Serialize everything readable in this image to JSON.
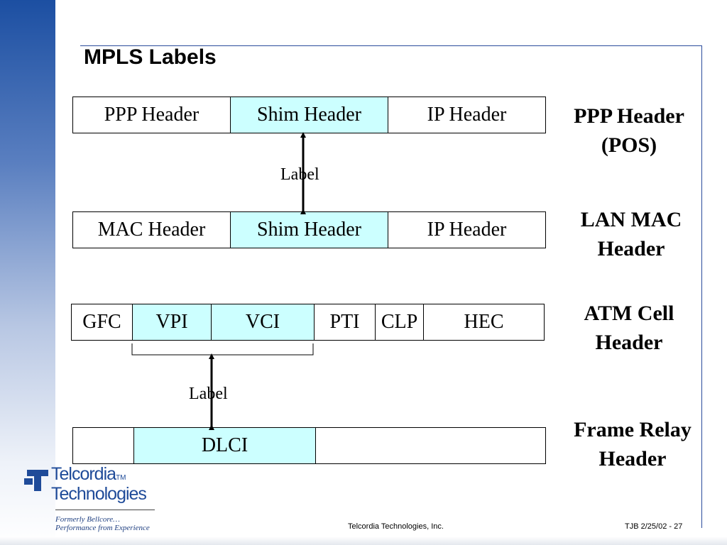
{
  "slide": {
    "title": "MPLS Labels"
  },
  "rows": {
    "ppp": {
      "cells": [
        "PPP Header",
        "Shim Header",
        "IP Header"
      ],
      "side_label": [
        "PPP Header",
        "(POS)"
      ]
    },
    "lan": {
      "cells": [
        "MAC Header",
        "Shim Header",
        "IP Header"
      ],
      "side_label": [
        "LAN MAC",
        "Header"
      ]
    },
    "atm": {
      "cells": [
        "GFC",
        "VPI",
        "VCI",
        "PTI",
        "CLP",
        "HEC"
      ],
      "side_label": [
        "ATM Cell",
        "Header"
      ]
    },
    "frame_relay": {
      "cells": [
        "",
        "DLCI",
        ""
      ],
      "side_label": [
        "Frame Relay",
        "Header"
      ]
    }
  },
  "labels": {
    "upper": "Label",
    "lower": "Label"
  },
  "logo": {
    "line1": "Telcordia",
    "tm": "TM",
    "line2": "Technologies",
    "tagline1": "Formerly Bellcore…",
    "tagline2": "Performance from Experience"
  },
  "footer": {
    "company": "Telcordia Technologies, Inc.",
    "slide_ref": "TJB 2/25/02 - 27"
  },
  "colors": {
    "highlight": "#ccffff",
    "accent": "#1f4b99"
  }
}
